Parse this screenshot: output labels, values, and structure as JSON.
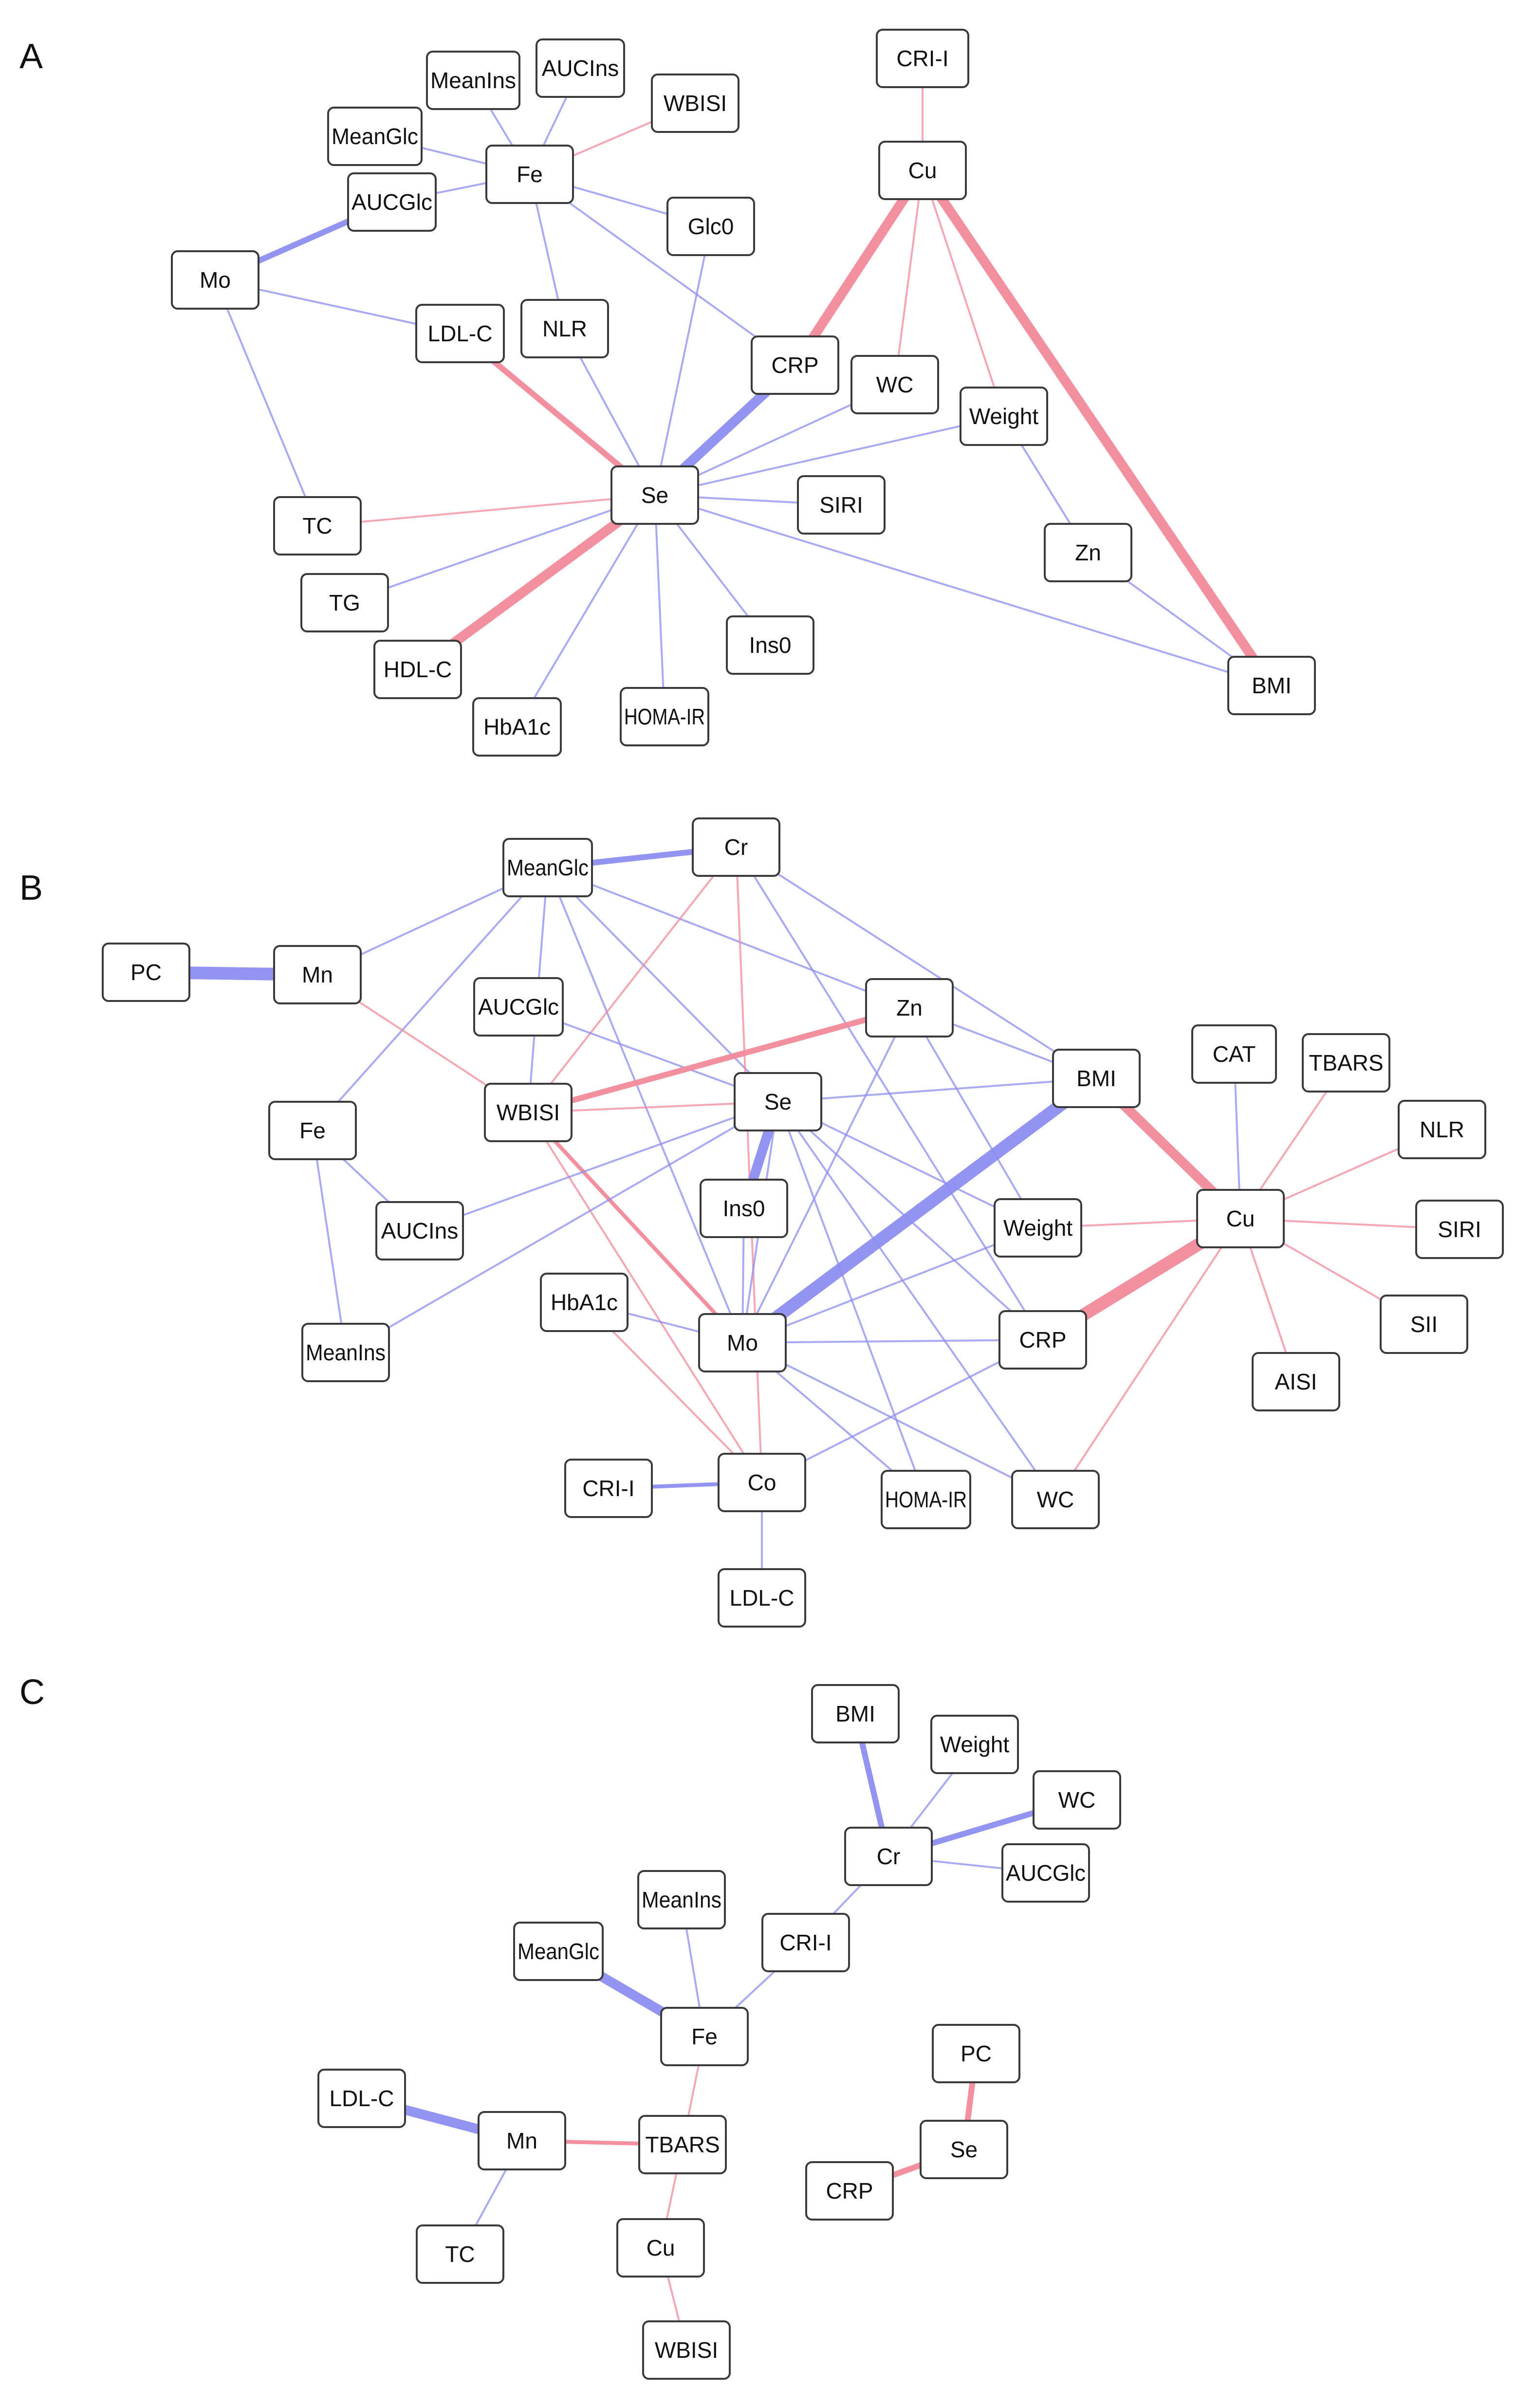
{
  "colors": {
    "positive": "#f28a9a",
    "negative": "#8d8df0",
    "node_border": "#3a3a3a",
    "text": "#111111"
  },
  "panels": [
    {
      "label": "A",
      "nodes": [
        "CRI-I",
        "Cu",
        "MeanIns",
        "AUCIns",
        "WBISI",
        "MeanGlc",
        "Fe",
        "AUCGlc",
        "Glc0",
        "Mo",
        "LDL-C",
        "NLR",
        "CRP",
        "WC",
        "Weight",
        "Se",
        "SIRI",
        "TC",
        "TG",
        "Zn",
        "HDL-C",
        "Ins0",
        "HbA1c",
        "HOMA-IR",
        "BMI"
      ],
      "edges": [
        {
          "source": "Cu",
          "target": "CRI-I",
          "sign": "positive",
          "strength": 1
        },
        {
          "source": "Cu",
          "target": "CRP",
          "sign": "positive",
          "strength": 4
        },
        {
          "source": "Cu",
          "target": "WC",
          "sign": "positive",
          "strength": 1
        },
        {
          "source": "Cu",
          "target": "Weight",
          "sign": "positive",
          "strength": 1
        },
        {
          "source": "Cu",
          "target": "BMI",
          "sign": "positive",
          "strength": 4
        },
        {
          "source": "Fe",
          "target": "MeanIns",
          "sign": "negative",
          "strength": 1
        },
        {
          "source": "Fe",
          "target": "AUCIns",
          "sign": "negative",
          "strength": 1
        },
        {
          "source": "Fe",
          "target": "WBISI",
          "sign": "positive",
          "strength": 1
        },
        {
          "source": "Fe",
          "target": "MeanGlc",
          "sign": "negative",
          "strength": 1
        },
        {
          "source": "Fe",
          "target": "AUCGlc",
          "sign": "negative",
          "strength": 1
        },
        {
          "source": "Fe",
          "target": "Glc0",
          "sign": "negative",
          "strength": 1
        },
        {
          "source": "Fe",
          "target": "NLR",
          "sign": "negative",
          "strength": 1
        },
        {
          "source": "Fe",
          "target": "CRP",
          "sign": "negative",
          "strength": 1
        },
        {
          "source": "Mo",
          "target": "AUCGlc",
          "sign": "negative",
          "strength": 3
        },
        {
          "source": "Mo",
          "target": "LDL-C",
          "sign": "negative",
          "strength": 1
        },
        {
          "source": "Mo",
          "target": "TC",
          "sign": "negative",
          "strength": 1
        },
        {
          "source": "Se",
          "target": "LDL-C",
          "sign": "positive",
          "strength": 3
        },
        {
          "source": "Se",
          "target": "NLR",
          "sign": "negative",
          "strength": 1
        },
        {
          "source": "Se",
          "target": "Glc0",
          "sign": "negative",
          "strength": 1
        },
        {
          "source": "Se",
          "target": "CRP",
          "sign": "negative",
          "strength": 4
        },
        {
          "source": "Se",
          "target": "WC",
          "sign": "negative",
          "strength": 1
        },
        {
          "source": "Se",
          "target": "Weight",
          "sign": "negative",
          "strength": 1
        },
        {
          "source": "Se",
          "target": "SIRI",
          "sign": "negative",
          "strength": 1
        },
        {
          "source": "Se",
          "target": "TC",
          "sign": "positive",
          "strength": 1
        },
        {
          "source": "Se",
          "target": "TG",
          "sign": "negative",
          "strength": 1
        },
        {
          "source": "Se",
          "target": "HDL-C",
          "sign": "positive",
          "strength": 4
        },
        {
          "source": "Se",
          "target": "HbA1c",
          "sign": "negative",
          "strength": 1
        },
        {
          "source": "Se",
          "target": "HOMA-IR",
          "sign": "negative",
          "strength": 1
        },
        {
          "source": "Se",
          "target": "Ins0",
          "sign": "negative",
          "strength": 1
        },
        {
          "source": "Se",
          "target": "BMI",
          "sign": "negative",
          "strength": 1
        },
        {
          "source": "Weight",
          "target": "Zn",
          "sign": "negative",
          "strength": 1
        },
        {
          "source": "Zn",
          "target": "BMI",
          "sign": "negative",
          "strength": 1
        }
      ]
    },
    {
      "label": "B",
      "nodes": [
        "MeanGlc",
        "Cr",
        "PC",
        "Mn",
        "AUCGlc",
        "Zn",
        "BMI",
        "CAT",
        "TBARS",
        "Fe",
        "WBISI",
        "Se",
        "NLR",
        "Ins0",
        "Weight",
        "Cu",
        "SIRI",
        "AUCIns",
        "HbA1c",
        "Mo",
        "CRP",
        "SII",
        "MeanIns",
        "AISI",
        "CRI-I",
        "Co",
        "HOMA-IR",
        "WC",
        "LDL-C"
      ],
      "edges": [
        {
          "source": "MeanGlc",
          "target": "Cr",
          "sign": "negative",
          "strength": 3
        },
        {
          "source": "PC",
          "target": "Mn",
          "sign": "negative",
          "strength": 5
        },
        {
          "source": "MeanGlc",
          "target": "Mn",
          "sign": "negative",
          "strength": 1
        },
        {
          "source": "MeanGlc",
          "target": "Fe",
          "sign": "negative",
          "strength": 1
        },
        {
          "source": "MeanGlc",
          "target": "WBISI",
          "sign": "negative",
          "strength": 1
        },
        {
          "source": "MeanGlc",
          "target": "Se",
          "sign": "negative",
          "strength": 1
        },
        {
          "source": "MeanGlc",
          "target": "Mo",
          "sign": "negative",
          "strength": 1
        },
        {
          "source": "MeanGlc",
          "target": "Zn",
          "sign": "negative",
          "strength": 1
        },
        {
          "source": "Cr",
          "target": "WBISI",
          "sign": "positive",
          "strength": 1
        },
        {
          "source": "Cr",
          "target": "Co",
          "sign": "positive",
          "strength": 1
        },
        {
          "source": "Cr",
          "target": "CRP",
          "sign": "negative",
          "strength": 1
        },
        {
          "source": "Cr",
          "target": "BMI",
          "sign": "negative",
          "strength": 1
        },
        {
          "source": "Mn",
          "target": "WBISI",
          "sign": "positive",
          "strength": 1
        },
        {
          "source": "AUCGlc",
          "target": "Se",
          "sign": "negative",
          "strength": 1
        },
        {
          "source": "Zn",
          "target": "WBISI",
          "sign": "positive",
          "strength": 3
        },
        {
          "source": "Zn",
          "target": "BMI",
          "sign": "negative",
          "strength": 1
        },
        {
          "source": "Zn",
          "target": "Weight",
          "sign": "negative",
          "strength": 1
        },
        {
          "source": "Zn",
          "target": "Mo",
          "sign": "negative",
          "strength": 1
        },
        {
          "source": "WBISI",
          "target": "Se",
          "sign": "positive",
          "strength": 1
        },
        {
          "source": "WBISI",
          "target": "Mo",
          "sign": "positive",
          "strength": 2
        },
        {
          "source": "WBISI",
          "target": "Co",
          "sign": "positive",
          "strength": 1
        },
        {
          "source": "Se",
          "target": "Ins0",
          "sign": "negative",
          "strength": 4
        },
        {
          "source": "Se",
          "target": "BMI",
          "sign": "negative",
          "strength": 1
        },
        {
          "source": "Se",
          "target": "Weight",
          "sign": "negative",
          "strength": 1
        },
        {
          "source": "Se",
          "target": "CRP",
          "sign": "negative",
          "strength": 1
        },
        {
          "source": "Se",
          "target": "HOMA-IR",
          "sign": "negative",
          "strength": 1
        },
        {
          "source": "Se",
          "target": "WC",
          "sign": "negative",
          "strength": 1
        },
        {
          "source": "Se",
          "target": "AUCIns",
          "sign": "negative",
          "strength": 1
        },
        {
          "source": "Se",
          "target": "MeanIns",
          "sign": "negative",
          "strength": 1
        },
        {
          "source": "Se",
          "target": "Mo",
          "sign": "negative",
          "strength": 1
        },
        {
          "source": "Ins0",
          "target": "Mo",
          "sign": "negative",
          "strength": 1
        },
        {
          "source": "Fe",
          "target": "AUCIns",
          "sign": "negative",
          "strength": 1
        },
        {
          "source": "Fe",
          "target": "MeanIns",
          "sign": "negative",
          "strength": 1
        },
        {
          "source": "BMI",
          "target": "Mo",
          "sign": "negative",
          "strength": 5
        },
        {
          "source": "BMI",
          "target": "Cu",
          "sign": "positive",
          "strength": 4
        },
        {
          "source": "Cu",
          "target": "CAT",
          "sign": "negative",
          "strength": 1
        },
        {
          "source": "Cu",
          "target": "TBARS",
          "sign": "positive",
          "strength": 1
        },
        {
          "source": "Cu",
          "target": "NLR",
          "sign": "positive",
          "strength": 1
        },
        {
          "source": "Cu",
          "target": "SIRI",
          "sign": "positive",
          "strength": 1
        },
        {
          "source": "Cu",
          "target": "SII",
          "sign": "positive",
          "strength": 1
        },
        {
          "source": "Cu",
          "target": "AISI",
          "sign": "positive",
          "strength": 1
        },
        {
          "source": "Cu",
          "target": "Weight",
          "sign": "positive",
          "strength": 1
        },
        {
          "source": "Cu",
          "target": "CRP",
          "sign": "positive",
          "strength": 5
        },
        {
          "source": "Cu",
          "target": "WC",
          "sign": "positive",
          "strength": 1
        },
        {
          "source": "HbA1c",
          "target": "Mo",
          "sign": "negative",
          "strength": 1
        },
        {
          "source": "HbA1c",
          "target": "Co",
          "sign": "positive",
          "strength": 1
        },
        {
          "source": "Mo",
          "target": "Weight",
          "sign": "negative",
          "strength": 1
        },
        {
          "source": "Mo",
          "target": "CRP",
          "sign": "negative",
          "strength": 1
        },
        {
          "source": "Mo",
          "target": "HOMA-IR",
          "sign": "negative",
          "strength": 1
        },
        {
          "source": "Mo",
          "target": "WC",
          "sign": "negative",
          "strength": 1
        },
        {
          "source": "CRI-I",
          "target": "Co",
          "sign": "negative",
          "strength": 2
        },
        {
          "source": "Co",
          "target": "LDL-C",
          "sign": "negative",
          "strength": 1
        },
        {
          "source": "Co",
          "target": "CRP",
          "sign": "negative",
          "strength": 1
        }
      ]
    },
    {
      "label": "C",
      "nodes": [
        "BMI",
        "Weight",
        "WC",
        "Cr",
        "AUCGlc",
        "MeanIns",
        "CRI-I",
        "MeanGlc",
        "Fe",
        "PC",
        "LDL-C",
        "Mn",
        "TBARS",
        "Se",
        "CRP",
        "TC",
        "Cu",
        "WBISI"
      ],
      "edges": [
        {
          "source": "BMI",
          "target": "Cr",
          "sign": "negative",
          "strength": 3
        },
        {
          "source": "Weight",
          "target": "Cr",
          "sign": "negative",
          "strength": 1
        },
        {
          "source": "WC",
          "target": "Cr",
          "sign": "negative",
          "strength": 3
        },
        {
          "source": "Cr",
          "target": "AUCGlc",
          "sign": "negative",
          "strength": 1
        },
        {
          "source": "Cr",
          "target": "CRI-I",
          "sign": "negative",
          "strength": 1
        },
        {
          "source": "CRI-I",
          "target": "Fe",
          "sign": "negative",
          "strength": 1
        },
        {
          "source": "MeanIns",
          "target": "Fe",
          "sign": "negative",
          "strength": 1
        },
        {
          "source": "MeanGlc",
          "target": "Fe",
          "sign": "negative",
          "strength": 4
        },
        {
          "source": "Fe",
          "target": "TBARS",
          "sign": "positive",
          "strength": 1
        },
        {
          "source": "LDL-C",
          "target": "Mn",
          "sign": "negative",
          "strength": 4
        },
        {
          "source": "Mn",
          "target": "TBARS",
          "sign": "positive",
          "strength": 2
        },
        {
          "source": "Mn",
          "target": "TC",
          "sign": "negative",
          "strength": 1
        },
        {
          "source": "TBARS",
          "target": "Cu",
          "sign": "positive",
          "strength": 1
        },
        {
          "source": "Cu",
          "target": "WBISI",
          "sign": "positive",
          "strength": 1
        },
        {
          "source": "PC",
          "target": "Se",
          "sign": "positive",
          "strength": 3
        },
        {
          "source": "Se",
          "target": "CRP",
          "sign": "positive",
          "strength": 3
        }
      ]
    }
  ]
}
